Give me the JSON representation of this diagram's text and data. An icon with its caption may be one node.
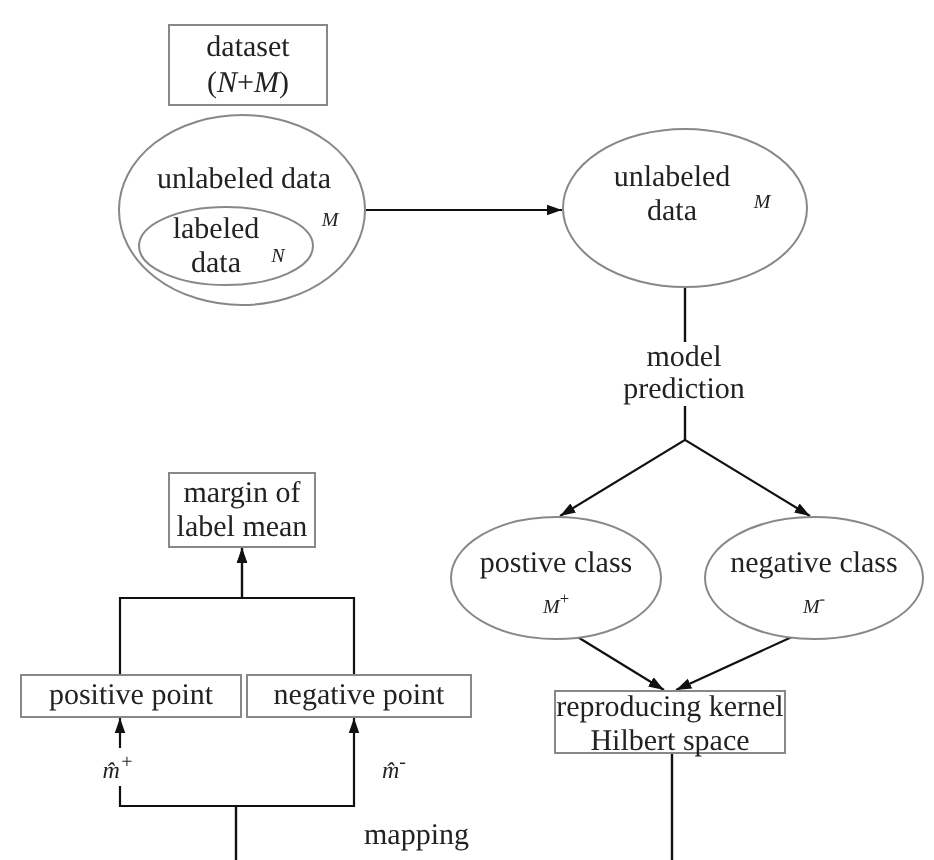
{
  "diagram": {
    "nodes": [
      {
        "text": [
          "dataset",
          "(*N*+*M*)"
        ]
      },
      {
        "text": [
          "unlabeled data",
          "*M*"
        ]
      },
      {
        "text": [
          "labeled data",
          "*N*"
        ],
        "in": 1
      },
      {
        "text": [
          "unlabeled data",
          "*M*"
        ]
      },
      {
        "text": [
          "postive class",
          "*M*$^{+}$"
        ]
      },
      {
        "text": [
          "negative class",
          "*M*$^{-}$"
        ]
      },
      {
        "text": [
          "reproducing kernel Hilbert space"
        ]
      },
      {
        "text": [
          "positive point"
        ]
      },
      {
        "text": [
          "negative point"
        ]
      },
      {
        "text": [
          "margin of label mean"
        ]
      }
    ],
    "edges": [
      {
        "from": 1,
        "to": 3,
        "arrow": "to"
      },
      {
        "from": 3,
        "to": 4,
        "arrow": "to",
        "label": "model prediction"
      },
      {
        "from": 3,
        "to": 5,
        "arrow": "to"
      },
      {
        "from": 4,
        "to": 6,
        "arrow": "to"
      },
      {
        "from": 5,
        "to": 6,
        "arrow": "to"
      },
      {
        "from": 6,
        "to": 7,
        "arrow": "to",
        "label": "m̂$^{+}$"
      },
      {
        "from": 6,
        "to": 8,
        "arrow": "to",
        "label": "m̂$^{-}$"
      },
      {
        "from": 7,
        "to": 9,
        "arrow": "to"
      },
      {
        "from": 8,
        "to": 9,
        "arrow": "to"
      }
    ],
    "labels": [
      "mapping"
    ]
  }
}
